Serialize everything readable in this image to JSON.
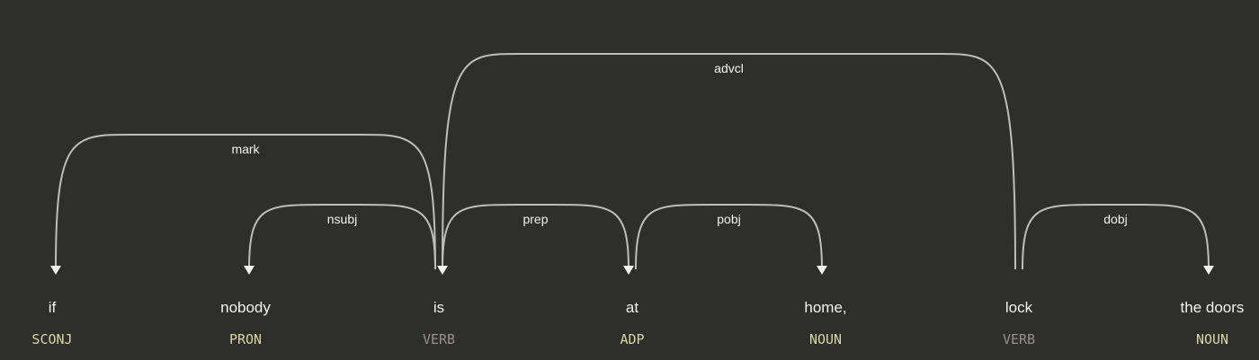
{
  "tokens": [
    {
      "text": "if",
      "tag": "SCONJ"
    },
    {
      "text": "nobody",
      "tag": "PRON"
    },
    {
      "text": "is",
      "tag": "VERB"
    },
    {
      "text": "at",
      "tag": "ADP"
    },
    {
      "text": "home,",
      "tag": "NOUN"
    },
    {
      "text": "lock",
      "tag": "VERB"
    },
    {
      "text": "the doors",
      "tag": "NOUN"
    }
  ],
  "arcs": [
    {
      "label": "mark",
      "head": 2,
      "dep": 0
    },
    {
      "label": "nsubj",
      "head": 2,
      "dep": 1
    },
    {
      "label": "prep",
      "head": 2,
      "dep": 3
    },
    {
      "label": "pobj",
      "head": 3,
      "dep": 4
    },
    {
      "label": "advcl",
      "head": 5,
      "dep": 2
    },
    {
      "label": "dobj",
      "head": 5,
      "dep": 6
    }
  ],
  "colors": {
    "background": "#2e2e2a",
    "word": "#f2f2f2",
    "tag_default": "#d8d6a8",
    "tag_verb": "#9a8f8f",
    "arc": "#bdbdbd"
  }
}
